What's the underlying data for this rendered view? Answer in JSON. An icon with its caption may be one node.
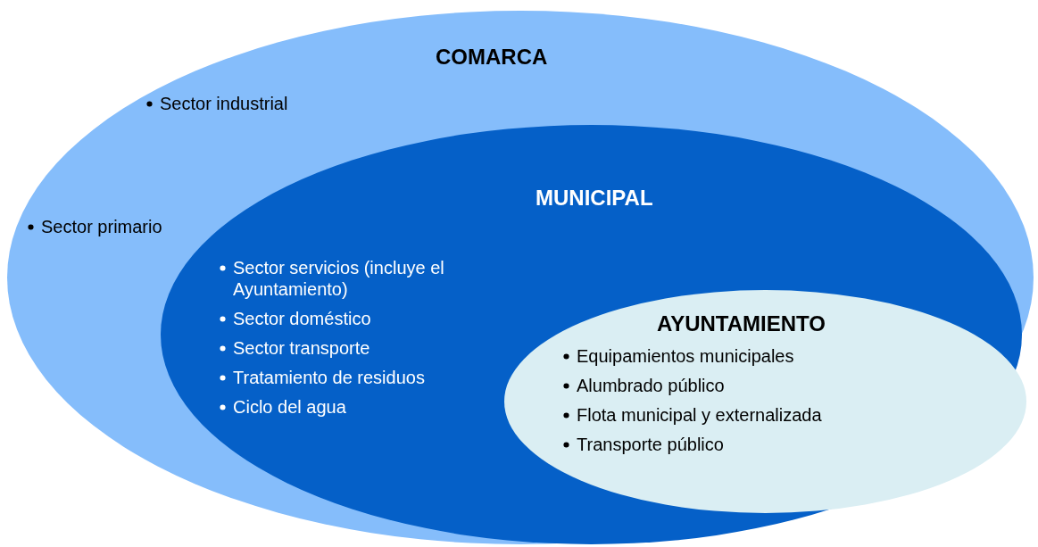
{
  "diagram": {
    "nodes": [
      {
        "text": [
          "COMARCA",
          "Sector industrial",
          "Sector primario"
        ]
      },
      {
        "text": [
          "MUNICIPAL",
          "Sector servicios (incluye el Ayuntamiento)",
          "Sector doméstico",
          "Sector transporte",
          "Tratamiento de residuos",
          "Ciclo del agua"
        ],
        "in": 0
      },
      {
        "text": [
          "AYUNTAMIENTO",
          "Equipamientos municipales",
          "Alumbrado público",
          "Flota municipal y externalizada",
          "Transporte público"
        ],
        "in": 1
      }
    ]
  }
}
